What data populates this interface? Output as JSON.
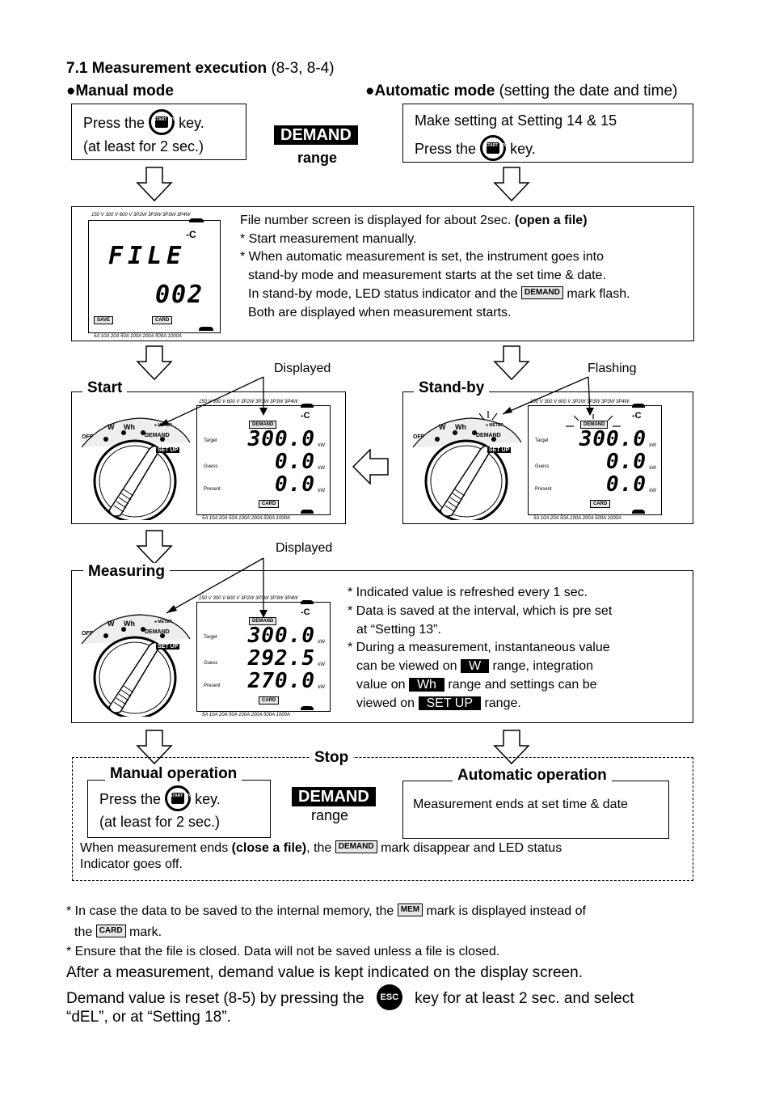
{
  "section": {
    "title": "7.1 Measurement execution",
    "ref": "(8-3, 8-4)"
  },
  "manual": {
    "heading": "●Manual mode",
    "line1_a": "Press the",
    "line1_b": "key.",
    "line2": "(at least for 2 sec.)"
  },
  "automatic": {
    "heading": "●Automatic mode",
    "heading_note": "(setting the date and time)",
    "line1": "Make setting at Setting 14 & 15",
    "line2_a": "Press the",
    "line2_b": "key."
  },
  "demand_label": "DEMAND",
  "range_label": "range",
  "key_label": "START STOP",
  "esc_label": "ESC",
  "file_box": {
    "lcd_top": "150 V  300 V  600 V         3P2W 3P3W 3P3W 3P4W",
    "lcd_bottom": "5A   10A   20A   50A  100A  200A  500A 1000A",
    "lcd_word": "FILE",
    "lcd_num": "002",
    "lcd_save": "SAVE",
    "lcd_card": "CARD",
    "line1_a": "File number screen is displayed for about 2sec.",
    "line1_b": "(open a file)",
    "line2": "* Start measurement manually.",
    "line3": "* When automatic measurement is set, the instrument goes into",
    "line4": "stand-by mode and measurement starts at the set time & date.",
    "line5_a": "In stand-by mode, LED status indicator and the",
    "line5_b": "mark flash.",
    "line6": "Both are displayed when measurement starts."
  },
  "start": {
    "label": "Start",
    "callout": "Displayed",
    "values": [
      "300.0",
      "0.0",
      "0.0"
    ]
  },
  "standby": {
    "label": "Stand-by",
    "callout": "Flashing",
    "values": [
      "300.0",
      "0.0",
      "0.0"
    ]
  },
  "measuring": {
    "label": "Measuring",
    "callout": "Displayed",
    "values": [
      "300.0",
      "292.5",
      "270.0"
    ],
    "n1": "* Indicated value is refreshed every 1 sec.",
    "n2": "* Data is saved at the interval, which is pre set",
    "n3": "at “Setting 13”.",
    "n4": "* During a measurement, instantaneous value",
    "n5_a": "can be viewed on",
    "n5_w": "W",
    "n5_b": "range, integration",
    "n6_a": "value on",
    "n6_wh": "Wh",
    "n6_b": "range and settings can be",
    "n7_a": "viewed on",
    "n7_setup": "SET UP",
    "n7_b": "range."
  },
  "lcd_rows": [
    "Target",
    "Guess",
    "Present"
  ],
  "lcd_unit": "kW",
  "dial": {
    "off": "OFF",
    "w": "W",
    "wh": "Wh",
    "demand": "DEMAND",
    "setup": "SET UP",
    "meter": "METER"
  },
  "stop": {
    "label": "Stop",
    "manual_label": "Manual operation",
    "manual_l1_a": "Press the",
    "manual_l1_b": "key.",
    "manual_l2": "(at least for 2 sec.)",
    "auto_label": "Automatic operation",
    "auto_text": "Measurement ends at set time & date",
    "end_a": "When measurement ends",
    "end_b": "(close a file)",
    "end_c": ", the",
    "end_d": "mark disappear and LED status",
    "end_e": "Indicator goes off."
  },
  "notes": {
    "n1_a": "* In case the data to be saved to the internal memory, the",
    "n1_b": "mark is displayed instead of",
    "n1_c": "the",
    "n1_d": "mark.",
    "n2": "* Ensure that the file is closed. Data will not be saved unless a file is closed.",
    "p1": "After a measurement, demand value is kept indicated on the display screen.",
    "p2_a": "Demand value is reset (8-5) by pressing the",
    "p2_b": "key for at least 2 sec. and select",
    "p3": "“dEL”, or at “Setting 18”."
  },
  "tags": {
    "demand": "DEMAND",
    "mem": "MEM",
    "card": "CARD"
  }
}
